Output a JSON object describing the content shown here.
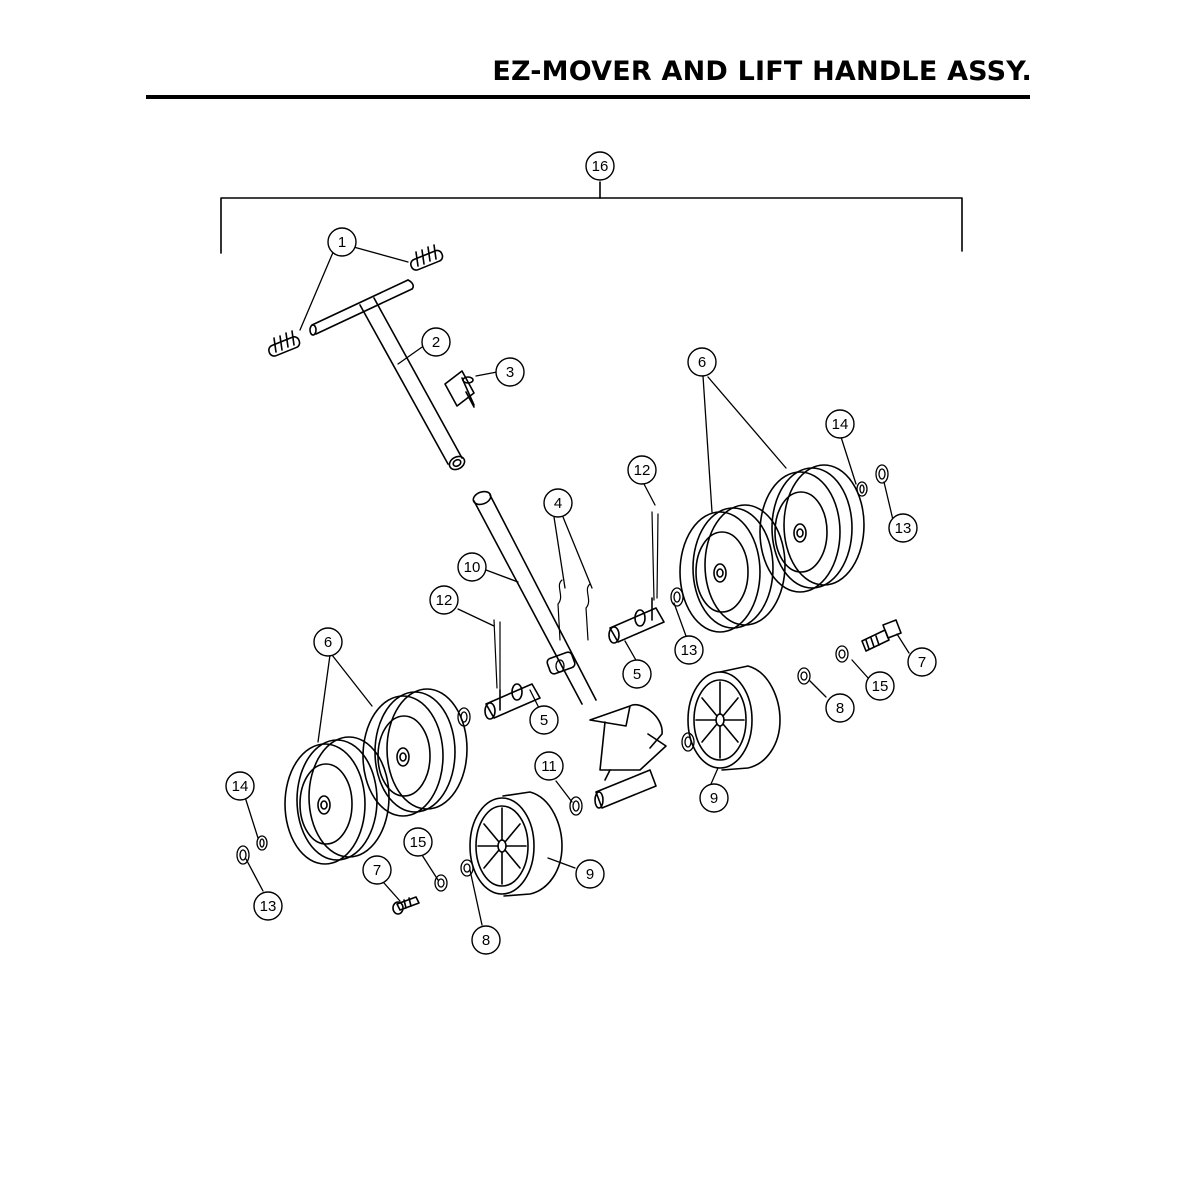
{
  "page": {
    "title": "EZ-MOVER AND LIFT HANDLE ASSY."
  },
  "callouts": [
    {
      "id": "c16",
      "label": "16"
    },
    {
      "id": "c1",
      "label": "1"
    },
    {
      "id": "c2",
      "label": "2"
    },
    {
      "id": "c3",
      "label": "3"
    },
    {
      "id": "c6a",
      "label": "6"
    },
    {
      "id": "c14a",
      "label": "14"
    },
    {
      "id": "c13a",
      "label": "13"
    },
    {
      "id": "c12a",
      "label": "12"
    },
    {
      "id": "c4",
      "label": "4"
    },
    {
      "id": "c10",
      "label": "10"
    },
    {
      "id": "c12b",
      "label": "12"
    },
    {
      "id": "c13b",
      "label": "13"
    },
    {
      "id": "c5a",
      "label": "5"
    },
    {
      "id": "c7a",
      "label": "7"
    },
    {
      "id": "c6b",
      "label": "6"
    },
    {
      "id": "c5b",
      "label": "5"
    },
    {
      "id": "c15a",
      "label": "15"
    },
    {
      "id": "c8a",
      "label": "8"
    },
    {
      "id": "c14b",
      "label": "14"
    },
    {
      "id": "c11",
      "label": "11"
    },
    {
      "id": "c9a",
      "label": "9"
    },
    {
      "id": "c15b",
      "label": "15"
    },
    {
      "id": "c9b",
      "label": "9"
    },
    {
      "id": "c7b",
      "label": "7"
    },
    {
      "id": "c13c",
      "label": "13"
    },
    {
      "id": "c8b",
      "label": "8"
    }
  ]
}
